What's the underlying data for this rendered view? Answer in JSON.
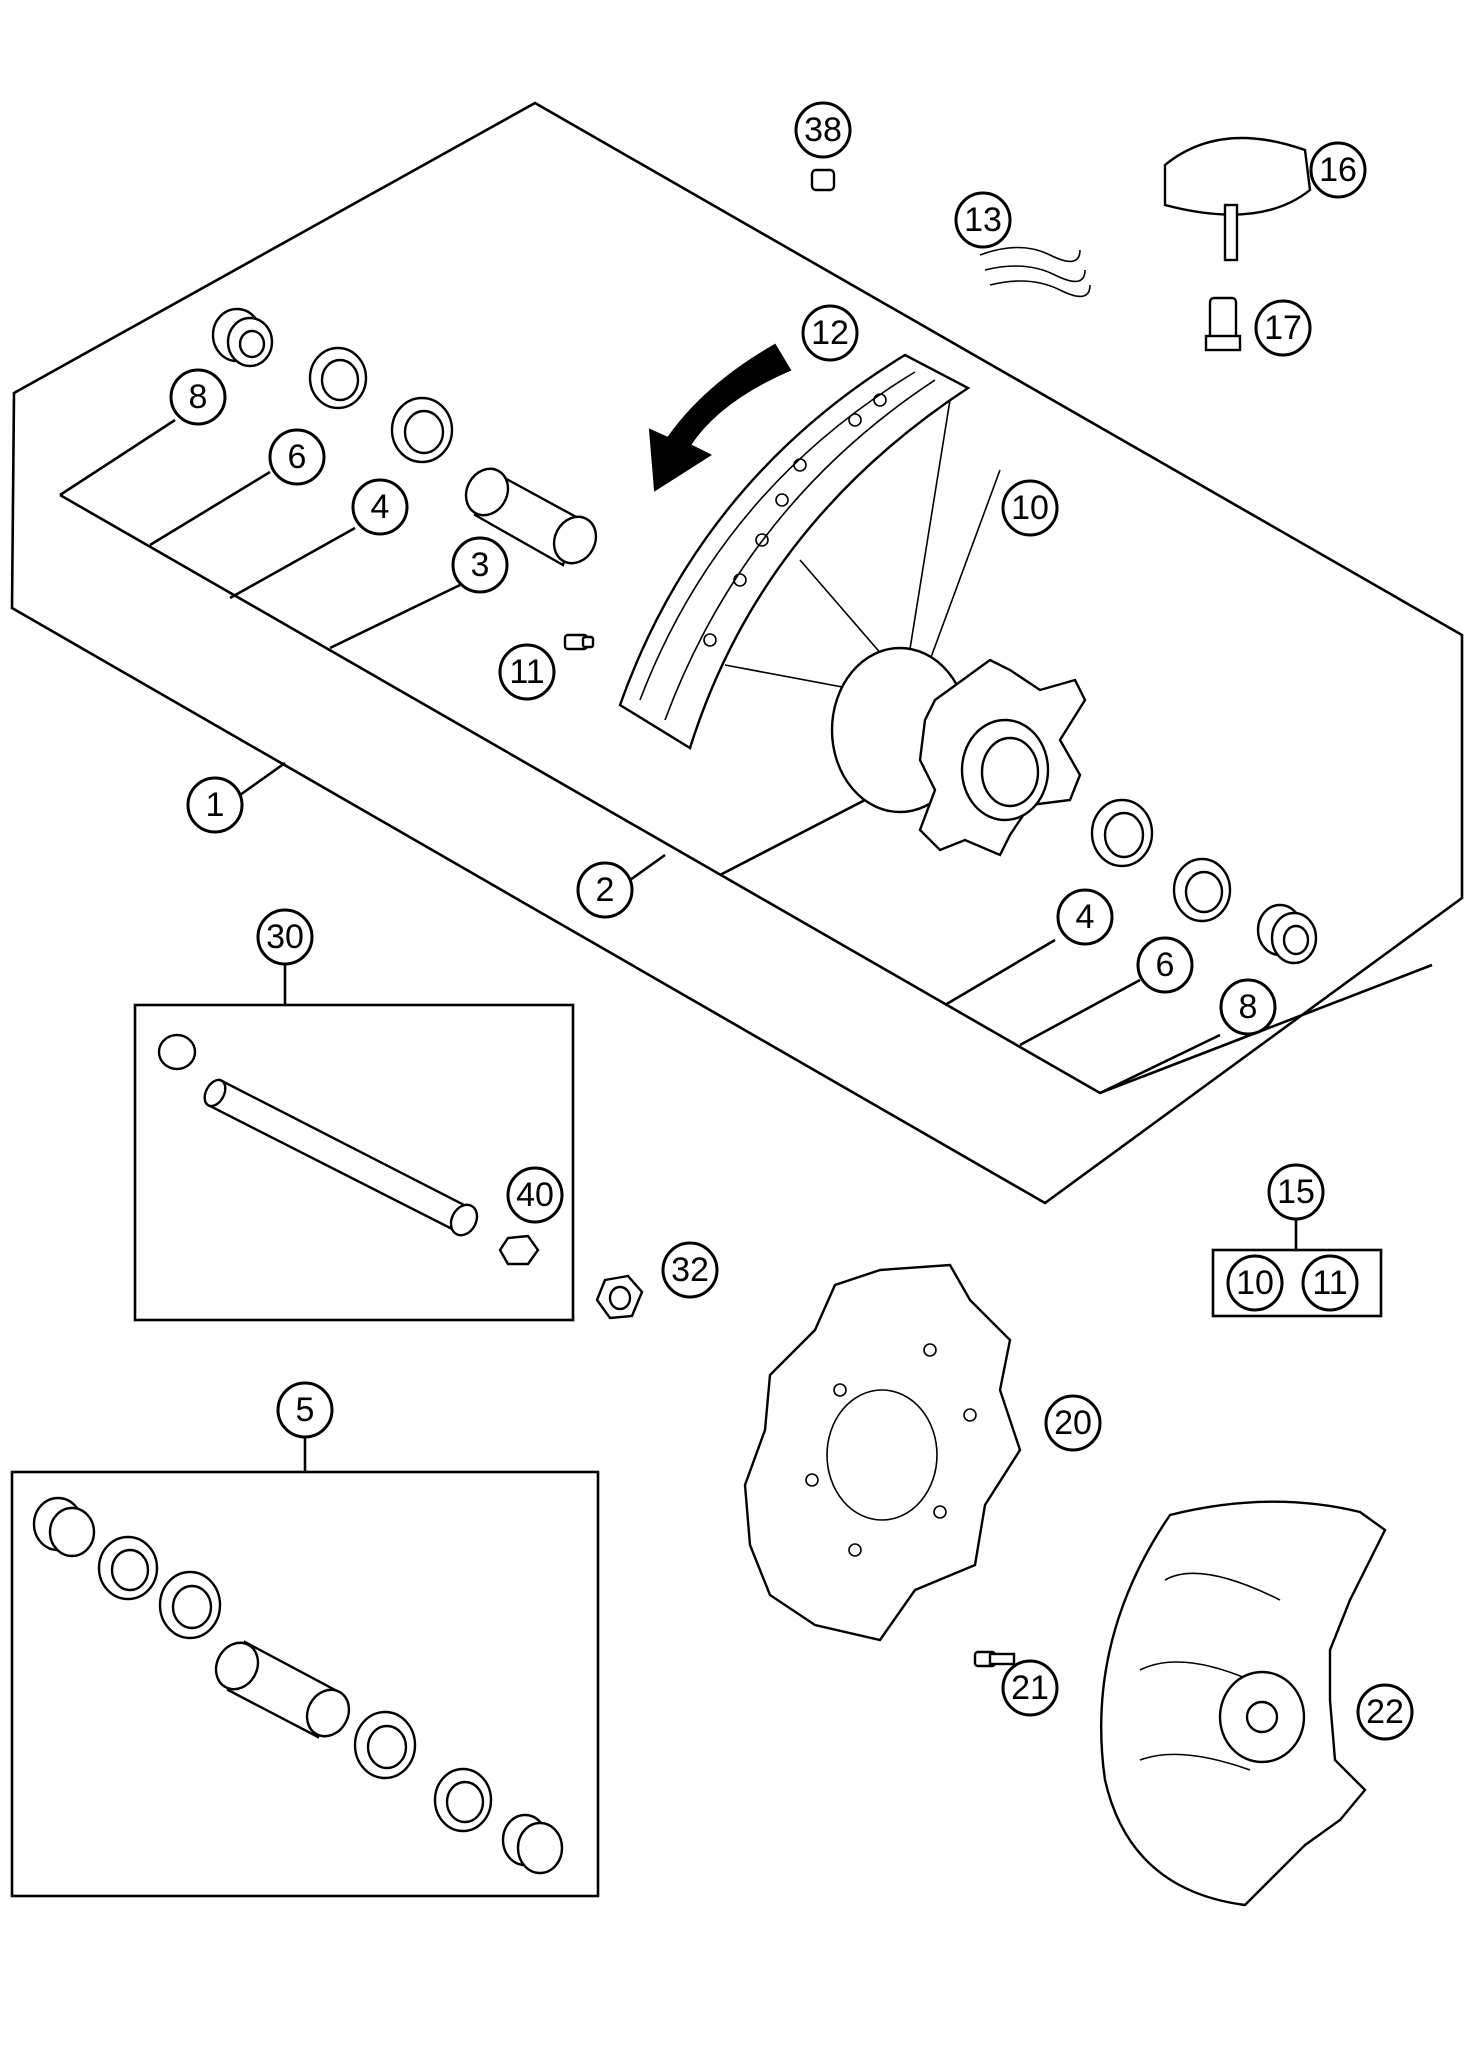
{
  "callouts": {
    "c1": "1",
    "c2": "2",
    "c3": "3",
    "c4a": "4",
    "c4b": "4",
    "c5": "5",
    "c6a": "6",
    "c6b": "6",
    "c8a": "8",
    "c8b": "8",
    "c10a": "10",
    "c10b": "10",
    "c11a": "11",
    "c11b": "11",
    "c12": "12",
    "c13": "13",
    "c15": "15",
    "c16": "16",
    "c17": "17",
    "c20": "20",
    "c21": "21",
    "c22": "22",
    "c30": "30",
    "c32": "32",
    "c38": "38",
    "c40": "40"
  }
}
